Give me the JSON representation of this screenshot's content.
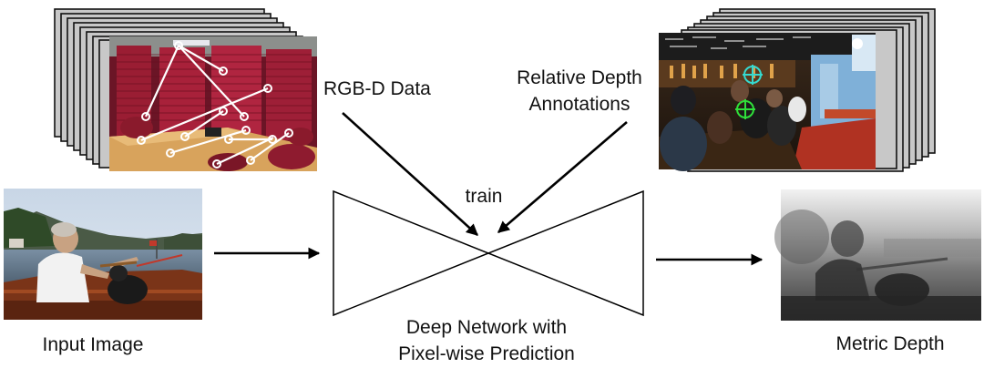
{
  "labels": {
    "rgbd_data": "RGB-D Data",
    "relative_depth_line1": "Relative Depth",
    "relative_depth_line2": "Annotations",
    "train": "train",
    "network_line1": "Deep Network with",
    "network_line2": "Pixel-wise Prediction",
    "input_image": "Input Image",
    "metric_depth": "Metric Depth"
  },
  "colors": {
    "stack_fill": "#c8c8c8",
    "stack_stroke": "#111111",
    "arrow": "#000000",
    "marker_cyan": "#35d9d0",
    "marker_green": "#2fe03a"
  },
  "images": {
    "rgbd": "conference room with red blinds, chairs, table, and white point-pair annotations",
    "annotations": "crowded bar interior with patrons, shelves of bottles, cyan and green crosshair markers",
    "input": "man in white shirt sitting in a wooden boat on a lake with a dog",
    "depth": "grayscale depth map of the boat scene"
  }
}
